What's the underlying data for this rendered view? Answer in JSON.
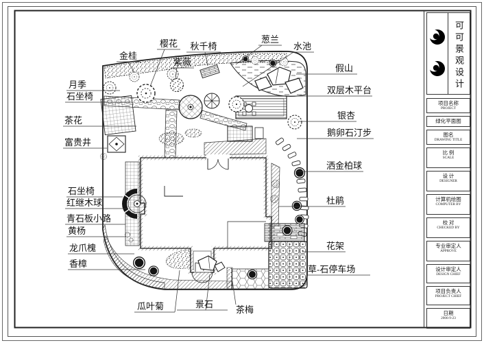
{
  "title_block": {
    "company": "可可景观设计",
    "fields": [
      {
        "zh": "项目名称",
        "en": "PROJECT"
      },
      {
        "zh": "绿化平面图",
        "en": ""
      },
      {
        "zh": "图名",
        "en": "DRAWING TITLE"
      },
      {
        "zh": "比 例",
        "en": "SCALE"
      },
      {
        "zh": "设 计",
        "en": "DESIGNER"
      },
      {
        "zh": "计算机绘图",
        "en": "COMPUTER BY"
      },
      {
        "zh": "校 对",
        "en": "CHECKED BY"
      },
      {
        "zh": "专业审定人",
        "en": "APPROVE"
      },
      {
        "zh": "设计审定人",
        "en": "DESIGN CHIEF"
      },
      {
        "zh": "项目负责人",
        "en": "PROJECT CHIEF"
      },
      {
        "zh": "日期",
        "en": "2006-9-23"
      }
    ]
  },
  "plan": {
    "labels": [
      "金桂",
      "樱花",
      "秋千椅",
      "紫薇",
      "葱兰",
      "水池",
      "假山",
      "双层木平台",
      "银杏",
      "鹅卵石汀步",
      "洒金柏球",
      "杜鹃",
      "花架",
      "草-石停车场",
      "月季",
      "石坐椅",
      "茶花",
      "富贵井",
      "石坐椅",
      "红继木球",
      "青石板小路",
      "黄杨",
      "龙爪槐",
      "香樟",
      "瓜叶菊",
      "景石",
      "茶梅"
    ]
  },
  "colors": {
    "line": "#1b1b1b",
    "paper": "#ffffff",
    "fill_dark": "#141414"
  }
}
